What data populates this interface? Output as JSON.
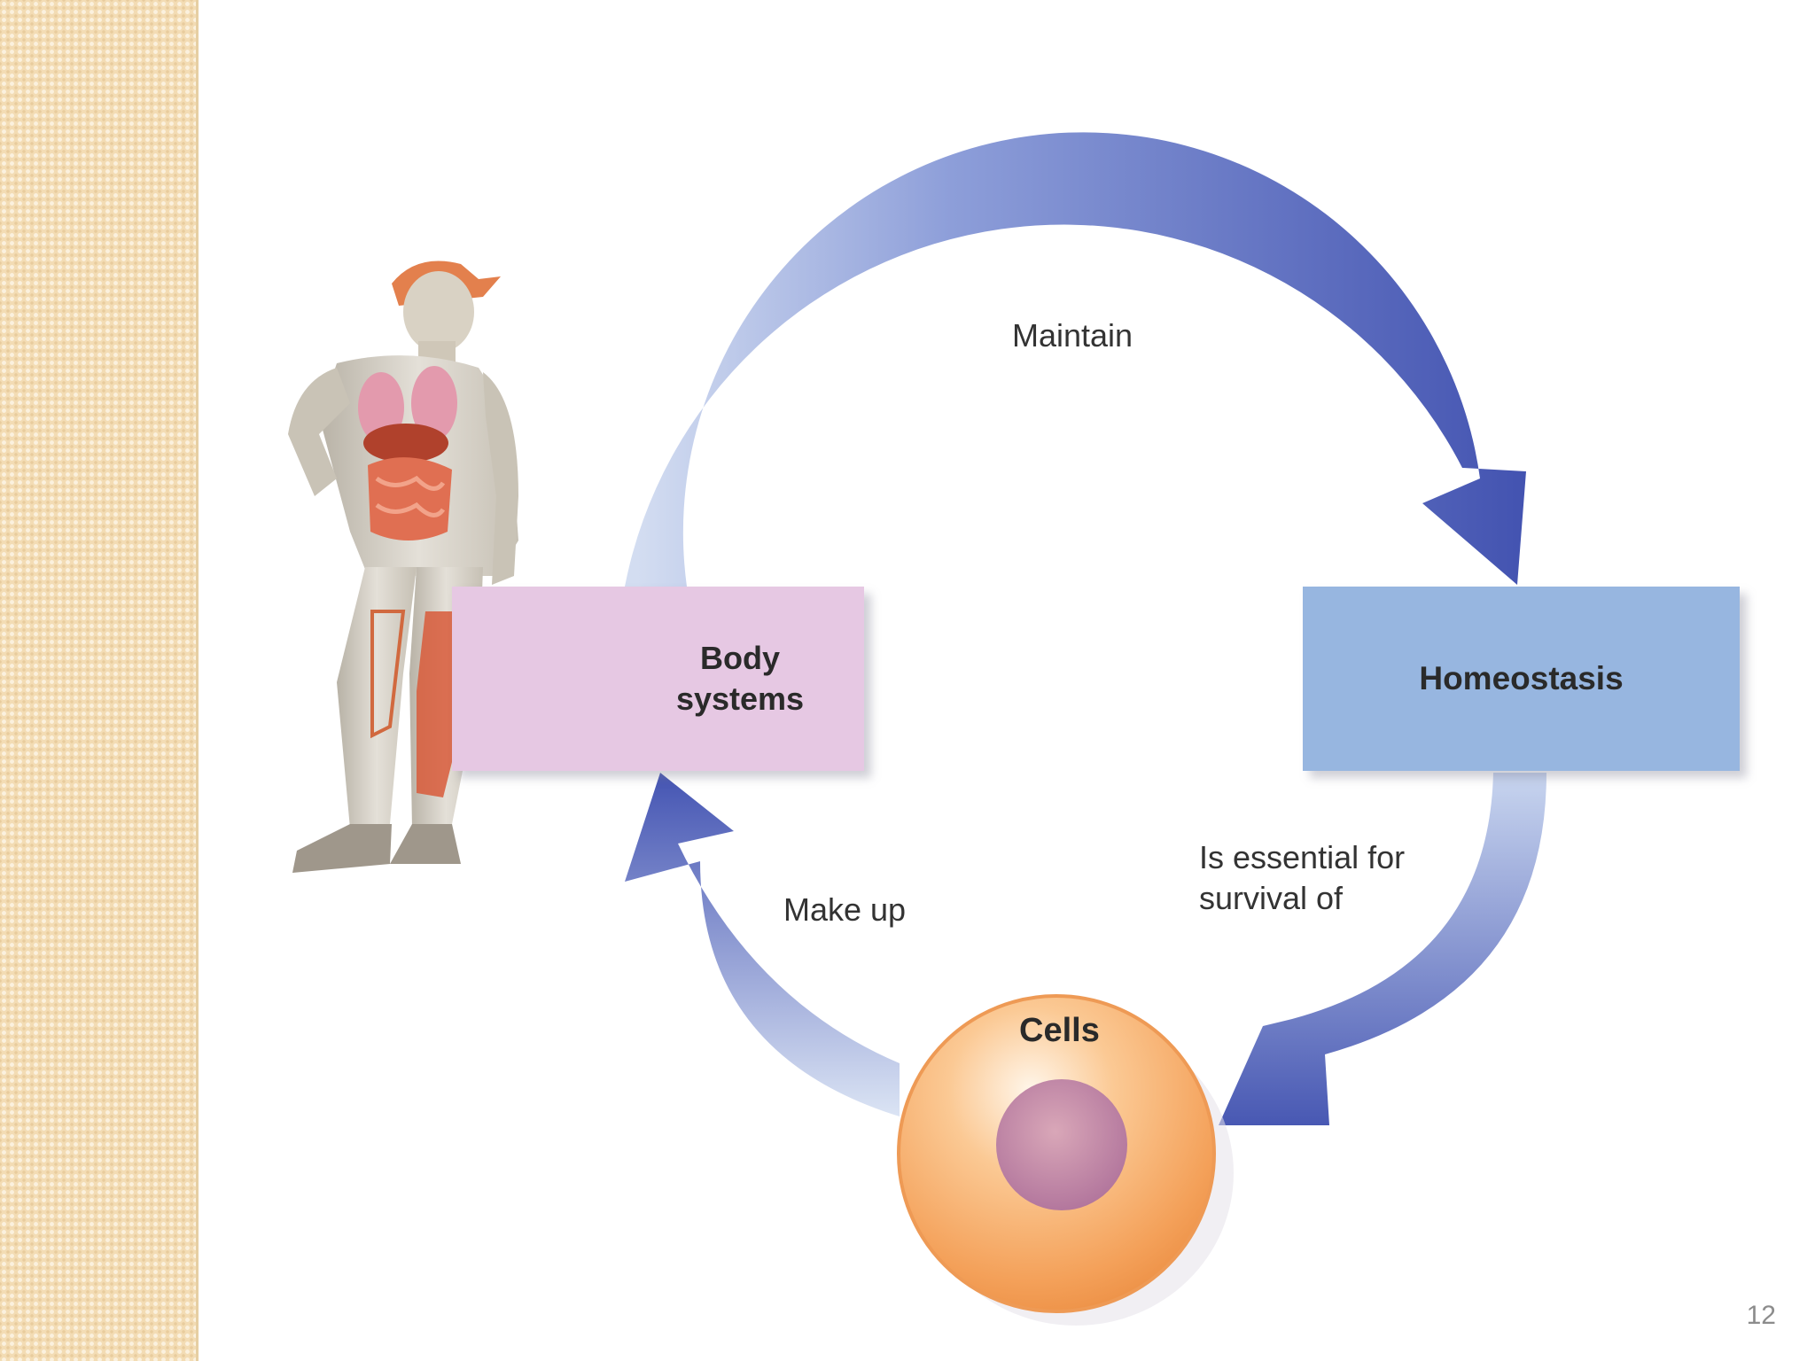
{
  "diagram": {
    "nodes": {
      "body_systems": "Body systems",
      "homeostasis": "Homeostasis",
      "cells": "Cells"
    },
    "edges": {
      "maintain": "Maintain",
      "essential": "Is essential for\nsurvival of",
      "make_up": "Make up"
    }
  },
  "page_number": "12",
  "colors": {
    "sidebar": "#f3dcb4",
    "arrow_dark": "#4957b3",
    "arrow_light": "#c9d6ef",
    "body_box": "#e6c8e3",
    "homeostasis_box": "#97b6e0",
    "cell_outer": "#f5a25c",
    "cell_nucleus": "#c48aa6"
  }
}
